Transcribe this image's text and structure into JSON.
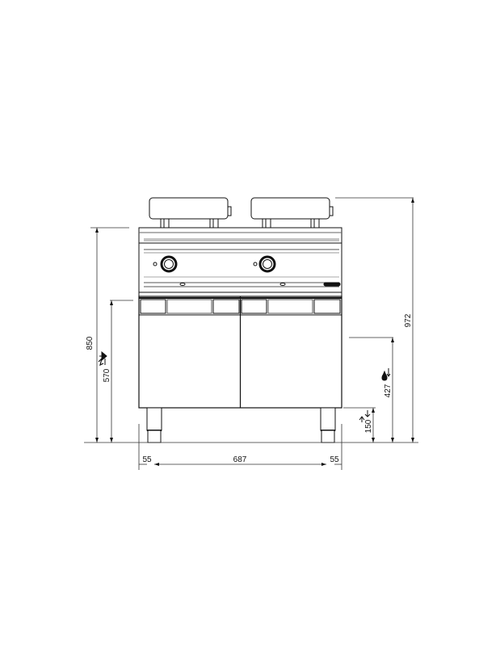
{
  "drawing": {
    "subject": "Double electric fryer on cabinet base - front elevation",
    "colors": {
      "line": "#111111",
      "dim_line": "#333333",
      "background": "#ffffff",
      "badge": "#111111"
    }
  },
  "dimensions": {
    "overall_height": {
      "value": "850",
      "unit": "mm"
    },
    "total_height_with_lids": {
      "value": "972",
      "unit": "mm"
    },
    "electrical_connection_height": {
      "value": "570",
      "icon": "electric-connection-icon"
    },
    "water_drain_height": {
      "value": "427",
      "icon": "drain-icon"
    },
    "leg_clearance_height": {
      "value": "150",
      "icon": "adjustable-feet-icon"
    },
    "body_width": {
      "value": "687"
    },
    "left_offset": {
      "value": "55"
    },
    "right_offset": {
      "value": "55"
    }
  },
  "components": {
    "lids": [
      {
        "name": "left-basket-lid"
      },
      {
        "name": "right-basket-lid"
      }
    ],
    "knobs": [
      {
        "name": "left-thermostat-knob"
      },
      {
        "name": "right-thermostat-knob"
      }
    ],
    "doors": [
      {
        "name": "left-cabinet-door"
      },
      {
        "name": "right-cabinet-door"
      }
    ],
    "legs": [
      {
        "name": "left-leg"
      },
      {
        "name": "right-leg"
      }
    ]
  }
}
